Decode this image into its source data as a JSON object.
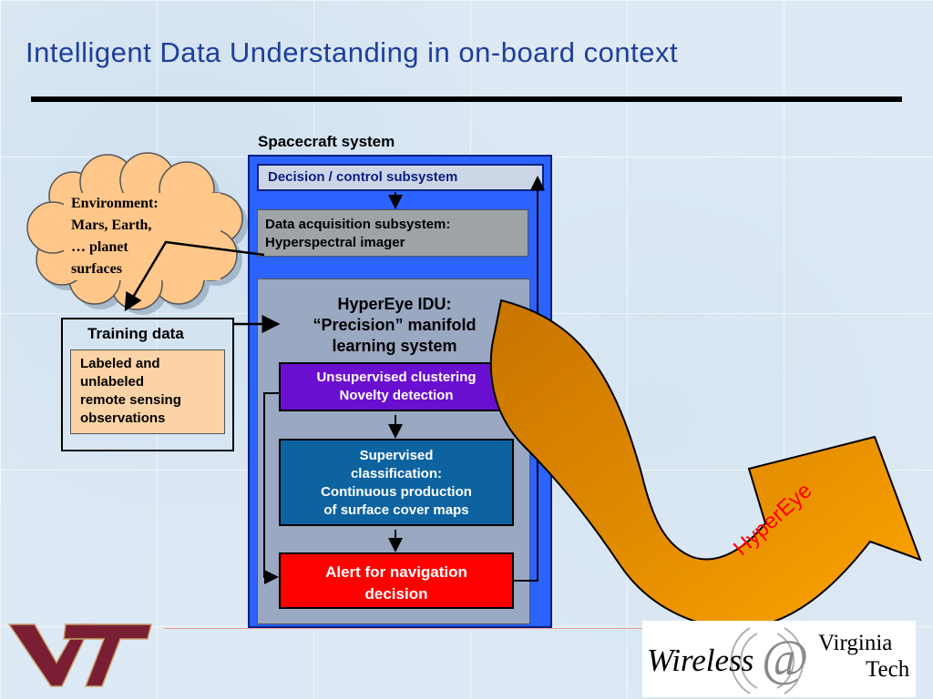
{
  "title": "Intelligent Data Understanding in on-board context",
  "spacecraft": {
    "label": "Spacecraft system",
    "decision": "Decision / control subsystem",
    "acquisition_line1": "Data acquisition subsystem:",
    "acquisition_line2": "Hyperspectral imager",
    "idu_line1": "HyperEye IDU:",
    "idu_line2": "“Precision” manifold",
    "idu_line3": "learning system",
    "unsup_line1": "Unsupervised clustering",
    "unsup_line2": "Novelty detection",
    "sup_line1": "Supervised",
    "sup_line2": "classification:",
    "sup_line3": "Continuous production",
    "sup_line4": "of surface cover maps",
    "alert_line1": "Alert for navigation",
    "alert_line2": "decision"
  },
  "environment": {
    "line1": "Environment:",
    "line2": "Mars, Earth,",
    "line3": "… planet",
    "line4": "surfaces"
  },
  "training": {
    "label": "Training data",
    "line1": "Labeled and",
    "line2": "unlabeled",
    "line3": "remote sensing",
    "line4": "observations"
  },
  "arrow_label": "HyperEye",
  "logo": {
    "wireless": "Wireless",
    "at": "@",
    "virginia": "Virginia",
    "tech": "Tech",
    "vt": "VT"
  },
  "colors": {
    "title": "#1f3f9a",
    "spacecraft_fill": "#2b63ff",
    "unsupervised_fill": "#6a0fd0",
    "supervised_fill": "#0d63a0",
    "alert_fill": "#ff0000",
    "cloud_fill": "#ffc78a",
    "arrow_fill_dark": "#d07a00",
    "arrow_fill_light": "#ffa500",
    "vt_maroon": "#7a1f33"
  }
}
